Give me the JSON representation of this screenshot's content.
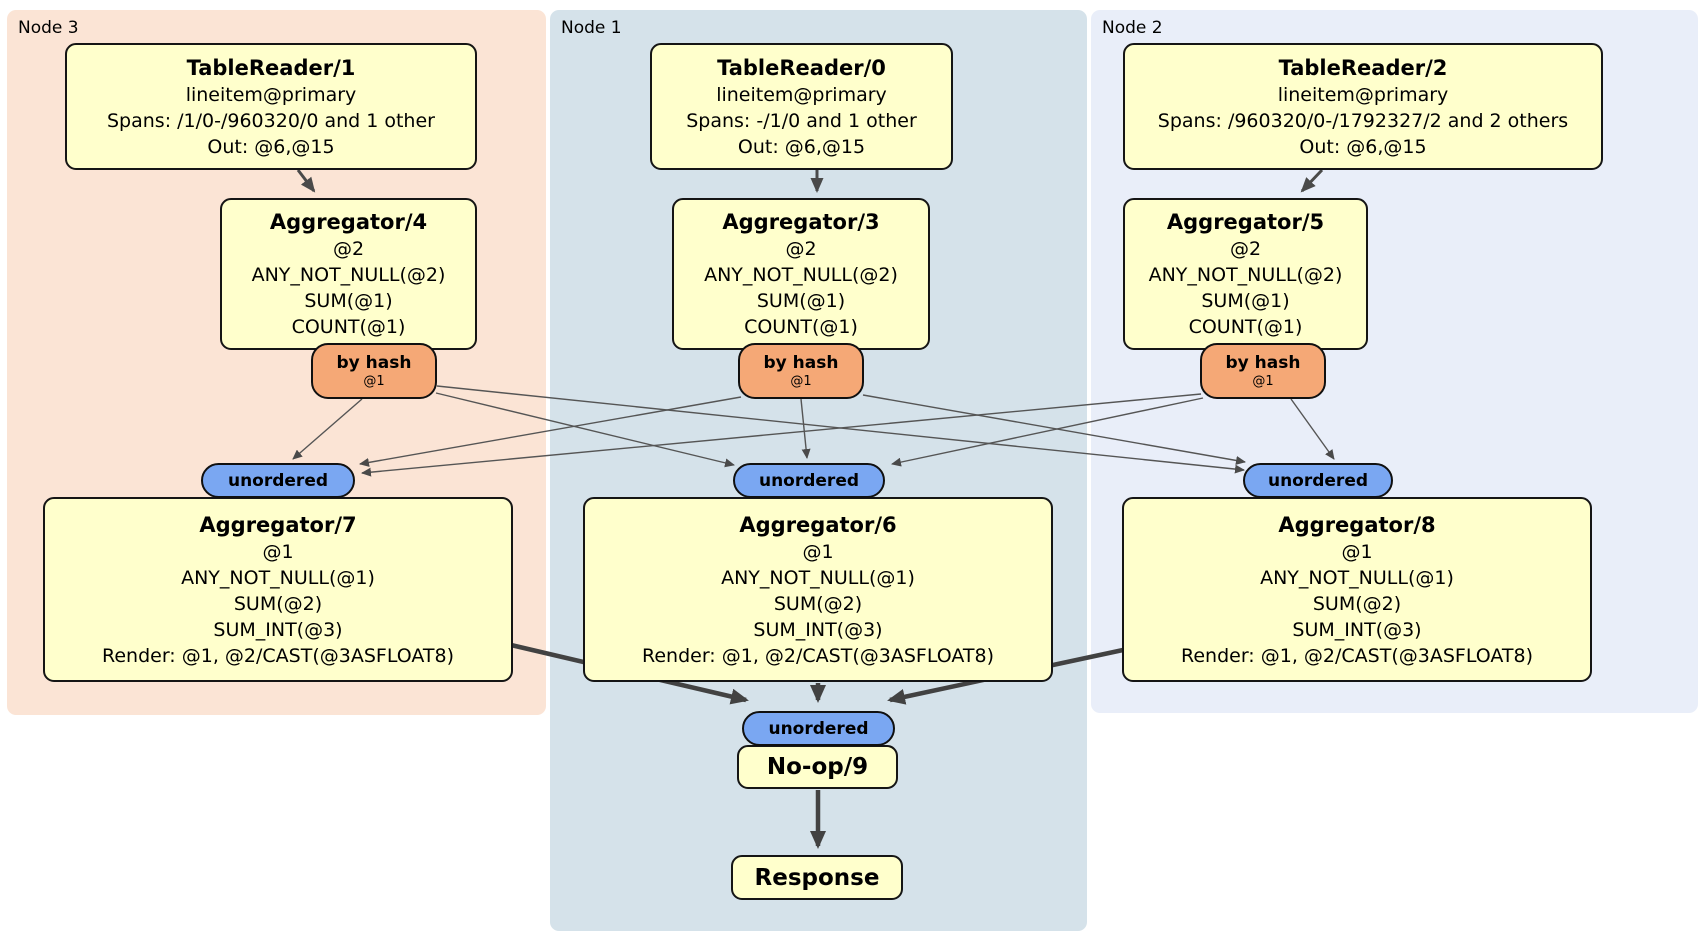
{
  "regions": [
    {
      "id": "node3",
      "label": "Node 3",
      "bg": "#FBE4D5"
    },
    {
      "id": "node1",
      "label": "Node 1",
      "bg": "#D5E2EA"
    },
    {
      "id": "node2",
      "label": "Node 2",
      "bg": "#E9EEF9"
    }
  ],
  "processors": {
    "tr1": {
      "title": "TableReader/1",
      "lines": [
        "lineitem@primary",
        "Spans: /1/0-/960320/0 and 1 other",
        "Out: @6,@15"
      ]
    },
    "tr0": {
      "title": "TableReader/0",
      "lines": [
        "lineitem@primary",
        "Spans: -/1/0 and 1 other",
        "Out: @6,@15"
      ]
    },
    "tr2": {
      "title": "TableReader/2",
      "lines": [
        "lineitem@primary",
        "Spans: /960320/0-/1792327/2 and 2 others",
        "Out: @6,@15"
      ]
    },
    "agg4": {
      "title": "Aggregator/4",
      "lines": [
        "@2",
        "ANY_NOT_NULL(@2)",
        "SUM(@1)",
        "COUNT(@1)"
      ]
    },
    "agg3": {
      "title": "Aggregator/3",
      "lines": [
        "@2",
        "ANY_NOT_NULL(@2)",
        "SUM(@1)",
        "COUNT(@1)"
      ]
    },
    "agg5": {
      "title": "Aggregator/5",
      "lines": [
        "@2",
        "ANY_NOT_NULL(@2)",
        "SUM(@1)",
        "COUNT(@1)"
      ]
    },
    "agg7": {
      "title": "Aggregator/7",
      "lines": [
        "@1",
        "ANY_NOT_NULL(@1)",
        "SUM(@2)",
        "SUM_INT(@3)",
        "Render: @1, @2/CAST(@3ASFLOAT8)"
      ]
    },
    "agg6": {
      "title": "Aggregator/6",
      "lines": [
        "@1",
        "ANY_NOT_NULL(@1)",
        "SUM(@2)",
        "SUM_INT(@3)",
        "Render: @1, @2/CAST(@3ASFLOAT8)"
      ]
    },
    "agg8": {
      "title": "Aggregator/8",
      "lines": [
        "@1",
        "ANY_NOT_NULL(@1)",
        "SUM(@2)",
        "SUM_INT(@3)",
        "Render: @1, @2/CAST(@3ASFLOAT8)"
      ]
    },
    "noop9": {
      "title": "No-op/9"
    },
    "response": {
      "title": "Response"
    }
  },
  "router": {
    "label": "by hash",
    "key": "@1"
  },
  "sync": {
    "label": "unordered"
  },
  "colors": {
    "node3_bg": "#FBE4D5",
    "node1_bg": "#D5E2EA",
    "node2_bg": "#E9EEF9",
    "processor_fill": "#FFFFCC",
    "router_fill": "#F5A876",
    "sync_fill": "#7AA7F2",
    "border": "#151515",
    "edge_thin": "#555555",
    "edge_thick": "#424242"
  }
}
